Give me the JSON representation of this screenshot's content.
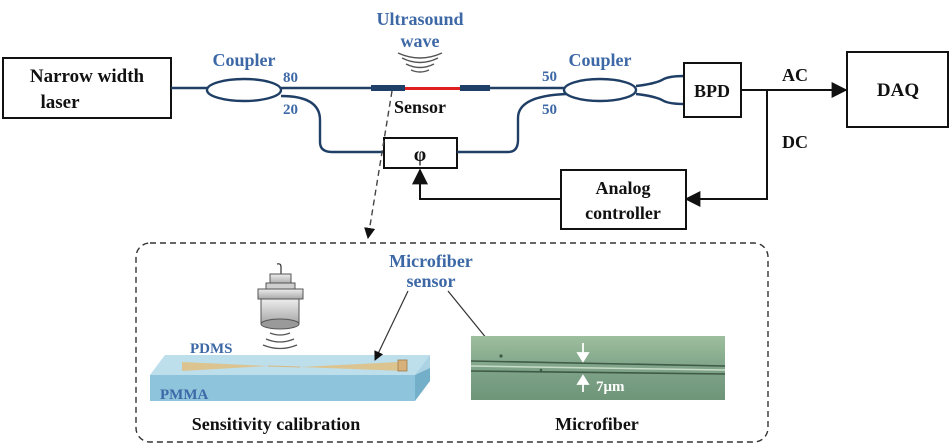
{
  "labels": {
    "laser": [
      "Narrow width",
      "laser"
    ],
    "ultrasound": [
      "Ultrasound",
      "wave"
    ],
    "coupler_left": "Coupler",
    "coupler_right": "Coupler",
    "ratio_80": "80",
    "ratio_20": "20",
    "ratio_50_top": "50",
    "ratio_50_bottom": "50",
    "sensor": "Sensor",
    "phase": "φ",
    "bpd": "BPD",
    "ac": "AC",
    "dc": "DC",
    "daq": "DAQ",
    "analog_controller": [
      "Analog",
      "controller"
    ],
    "microfiber_sensor": [
      "Microfiber",
      "sensor"
    ],
    "pdms": "PDMS",
    "pmma": "PMMA",
    "sensitivity_calibration": "Sensitivity calibration",
    "microfiber": "Microfiber",
    "thickness": "7μm"
  },
  "colors": {
    "label_blue": "#3d68a6",
    "fiber": "#1f3f66",
    "sensor_red": "#e02020",
    "pdms_blue": "#b9dcea",
    "pmma_blue": "#8ec4dc",
    "fiber_gold": "#e0c080",
    "micro_green": "#84a88a"
  }
}
